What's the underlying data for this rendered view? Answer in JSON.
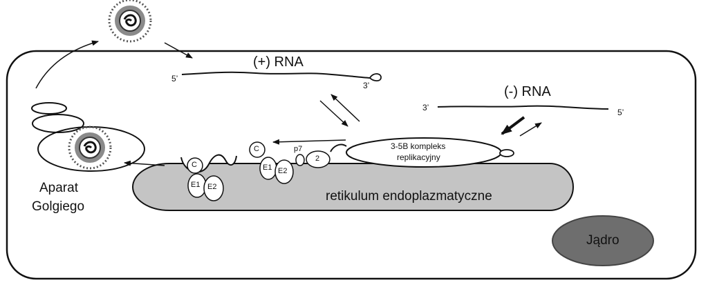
{
  "labels": {
    "plus_rna": "(+) RNA",
    "minus_rna": "(-) RNA",
    "plus_five_prime": "5’",
    "plus_three_prime": "3’",
    "minus_three_prime": "3’",
    "minus_five_prime": "5’",
    "complex_line1": "3-5B kompleks",
    "complex_line2": "replikacyjny",
    "er": "retikulum endoplazmatyczne",
    "nucleus": "Jądro",
    "golgi_line1": "Aparat",
    "golgi_line2": "Golgiego",
    "protein_c_left": "C",
    "protein_e1_left": "E1",
    "protein_e2_left": "E2",
    "protein_c_right": "C",
    "protein_e1_right": "E1",
    "protein_e2_right": "E2",
    "protein_p7": "p7",
    "protein_2": "2"
  },
  "colors": {
    "outline": "#111111",
    "er_fill": "#c4c4c4",
    "nucleus_fill": "#6e6e6e",
    "background": "#ffffff"
  },
  "icons": [
    "virus-particle-icon",
    "virus-particle-icon"
  ]
}
